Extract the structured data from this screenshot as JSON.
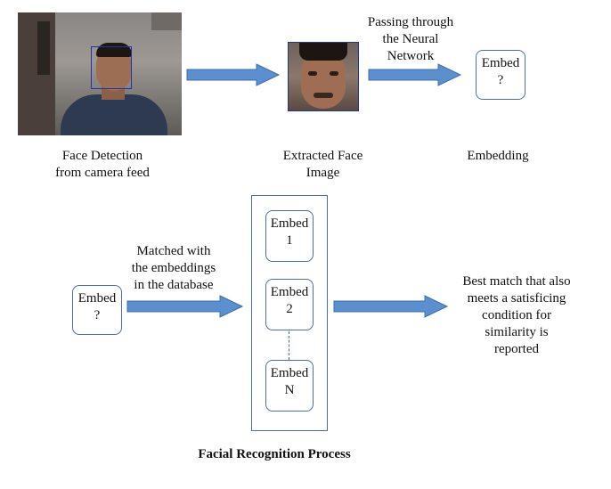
{
  "diagram": {
    "title": "Facial Recognition Process",
    "colors": {
      "arrow_fill": "#5b8fcf",
      "arrow_stroke": "#3f6fa8",
      "box_border": "#4a6fa5",
      "detect_box": "#2233aa"
    },
    "step1": {
      "caption": "Face Detection\nfrom camera feed"
    },
    "step2": {
      "caption": "Extracted Face\nImage"
    },
    "step3": {
      "caption": "Embedding",
      "box_label": "Embed\n?"
    },
    "arrow_label_top": "Passing through\nthe Neural\nNetwork",
    "query_box": "Embed\n?",
    "arrow_label_bottom": "Matched with\nthe embeddings\nin the database",
    "database": [
      {
        "label": "Embed\n1"
      },
      {
        "label": "Embed\n2"
      },
      {
        "label": "Embed\nN"
      }
    ],
    "result_caption": "Best match that also\nmeets a satisficing\ncondition for\nsimilarity is\nreported"
  }
}
